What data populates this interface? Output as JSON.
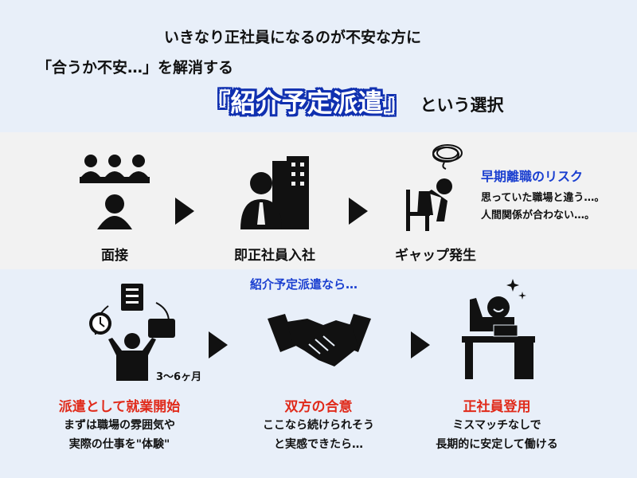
{
  "header": {
    "line1": "いきなり正社員になるのが不安な方に",
    "line2": "「合うか不安…」を解消する",
    "hero": "『紹介予定派遣』",
    "hero_suffix": "という選択"
  },
  "problem_flow": {
    "steps": [
      {
        "label": "面接",
        "icon": "interview-icon"
      },
      {
        "label": "即正社員入社",
        "icon": "businessman-building-icon"
      },
      {
        "label": "ギャップ発生",
        "icon": "worried-person-icon"
      }
    ],
    "risk": {
      "title": "早期離職のリスク",
      "lines": [
        "思っていた職場と違う…。",
        "人間関係が合わない…。"
      ]
    }
  },
  "solution_flow": {
    "intro": "紹介予定派遣なら…",
    "duration": "3〜6ヶ月",
    "steps": [
      {
        "title": "派遣として就業開始",
        "lines": [
          "まずは職場の雰囲気や",
          "実際の仕事を\"体験\""
        ],
        "icon": "work-cycle-icon"
      },
      {
        "title": "双方の合意",
        "lines": [
          "ここなら続けられそう",
          "と実感できたら…"
        ],
        "icon": "handshake-icon"
      },
      {
        "title": "正社員登用",
        "lines": [
          "ミスマッチなしで",
          "長期的に安定して働ける"
        ],
        "icon": "happy-worker-icon"
      }
    ]
  },
  "colors": {
    "accent_red": "#e02a1a",
    "accent_blue": "#1a3fd0",
    "hero_outline": "#1030b0"
  }
}
